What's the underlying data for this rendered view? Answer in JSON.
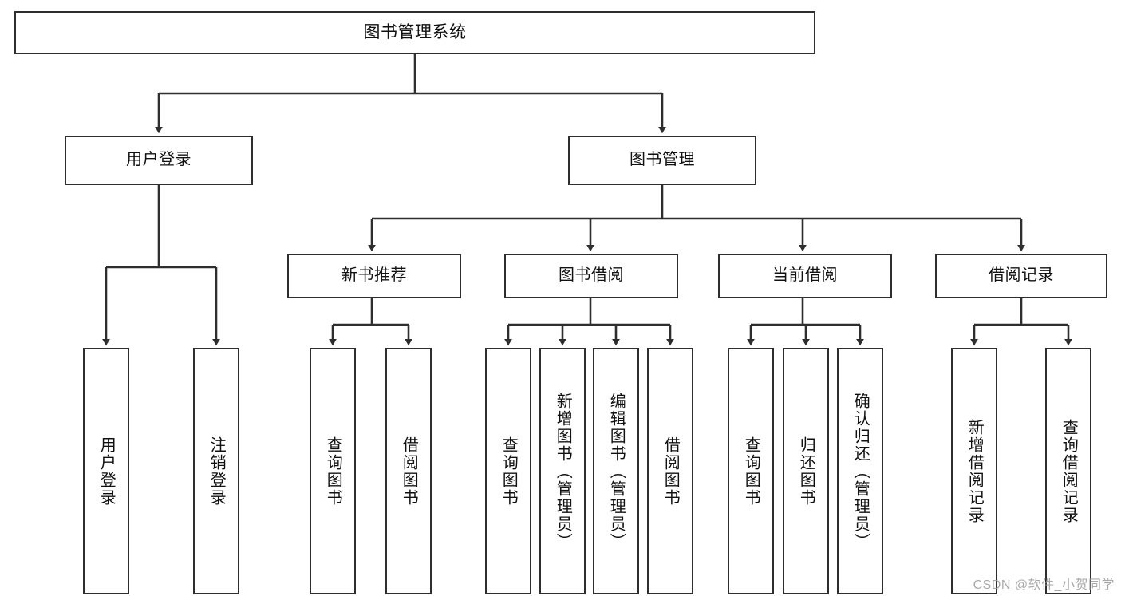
{
  "diagram": {
    "title": "图书管理系统",
    "type": "tree-hierarchy",
    "watermark": "CSDN @软件_小贺同学",
    "colors": {
      "background": "#ffffff",
      "box_border": "#2e2e2e",
      "connector": "#2e2e2e",
      "text": "#111111",
      "watermark": "#9b9b9b"
    },
    "nodes": {
      "root": {
        "label": "图书管理系统"
      },
      "level2": [
        {
          "label": "用户登录"
        },
        {
          "label": "图书管理"
        }
      ],
      "level3": [
        {
          "label": "新书推荐"
        },
        {
          "label": "图书借阅"
        },
        {
          "label": "当前借阅"
        },
        {
          "label": "借阅记录"
        }
      ],
      "leaves": {
        "user_login": [
          {
            "label": "用户登录"
          },
          {
            "label": "注销登录"
          }
        ],
        "new_book": [
          {
            "label": "查询图书"
          },
          {
            "label": "借阅图书"
          }
        ],
        "book_borrow": [
          {
            "label": "查询图书"
          },
          {
            "label": "新增图书（管理员）"
          },
          {
            "label": "编辑图书（管理员）"
          },
          {
            "label": "借阅图书"
          }
        ],
        "current_borrow": [
          {
            "label": "查询图书"
          },
          {
            "label": "归还图书"
          },
          {
            "label": "确认归还（管理员）"
          }
        ],
        "borrow_record": [
          {
            "label": "新增借阅记录"
          },
          {
            "label": "查询借阅记录"
          }
        ]
      }
    }
  }
}
